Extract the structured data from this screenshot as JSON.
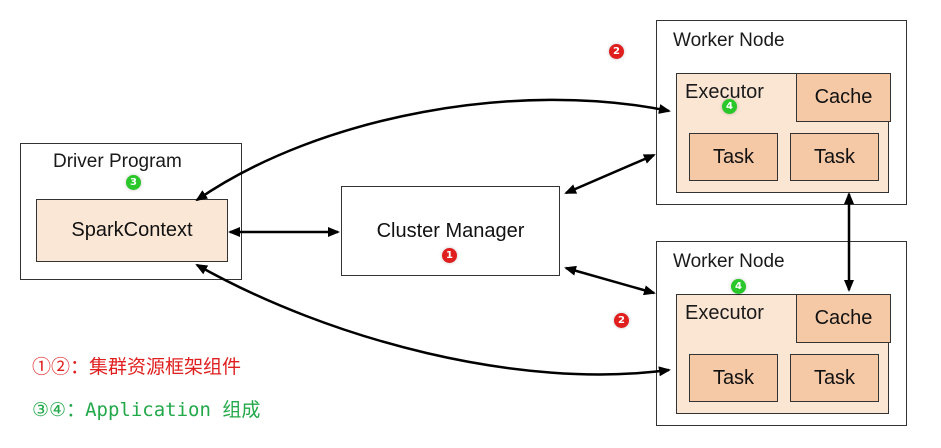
{
  "colors": {
    "outline": "#333333",
    "spark_context_fill": "#fbe7d6",
    "executor_fill": "#fbe6d4",
    "task_fill": "#f5c8a6",
    "badge_red": "#e01e1e",
    "badge_green": "#29c729",
    "legend_red": "#e02020",
    "legend_green": "#23a84a"
  },
  "driver_program": {
    "title": "Driver Program",
    "spark_context": "SparkContext",
    "badge": "3"
  },
  "cluster_manager": {
    "label": "Cluster Manager",
    "badge": "1"
  },
  "worker_nodes": [
    {
      "title": "Worker Node",
      "executor": "Executor",
      "executor_badge": "4",
      "cache": "Cache",
      "tasks": [
        "Task",
        "Task"
      ]
    },
    {
      "title": "Worker Node",
      "title_badge": "4",
      "executor": "Executor",
      "cache": "Cache",
      "tasks": [
        "Task",
        "Task"
      ]
    }
  ],
  "loose_badges": {
    "top": "2",
    "bottom": "2"
  },
  "legend": {
    "line1": "①②：集群资源框架组件",
    "line2": "③④：Application 组成"
  }
}
